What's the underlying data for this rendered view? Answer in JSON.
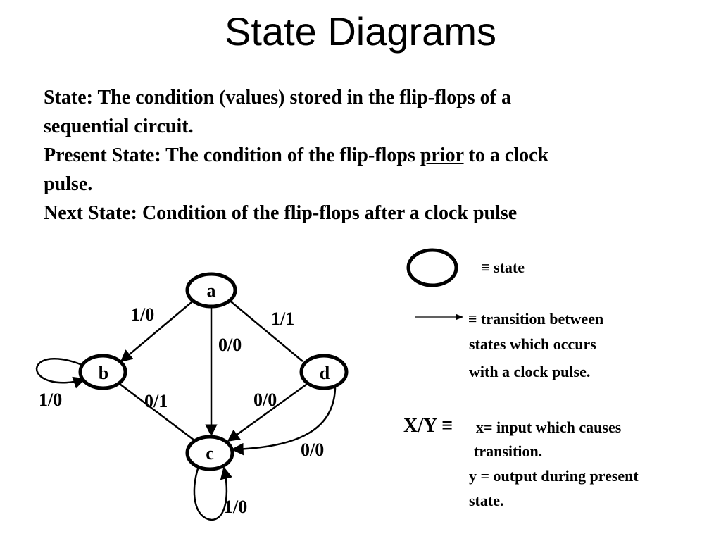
{
  "title": "State Diagrams",
  "definitions": {
    "state": {
      "lead": "State: The condition (values) stored in the flip-flops of a",
      "tail": "sequential circuit."
    },
    "present": {
      "lead": "Present State: The condition of the flip-flops",
      "emphasis": "prior",
      "trail": "to a clock",
      "tail": "pulse."
    },
    "next": "Next State:  Condition of the flip-flops after a clock pulse"
  },
  "diagram": {
    "states": {
      "a": "a",
      "b": "b",
      "c": "c",
      "d": "d"
    },
    "transitions": {
      "a_b": "1/0",
      "a_d": "1/1",
      "a_c": "0/0",
      "b_b": "1/0",
      "b_c": "0/1",
      "d_c_straight": "0/0",
      "d_c_curve": "0/0",
      "c_c": "1/0"
    }
  },
  "legend": {
    "state": "≡ state",
    "transition_lines": [
      "≡ transition between",
      "states which occurs",
      "with a clock pulse."
    ],
    "xy_symbol": "X/Y ≡",
    "xy_lines": [
      "x= input which causes",
      "transition.",
      "y = output during present",
      "state."
    ]
  }
}
